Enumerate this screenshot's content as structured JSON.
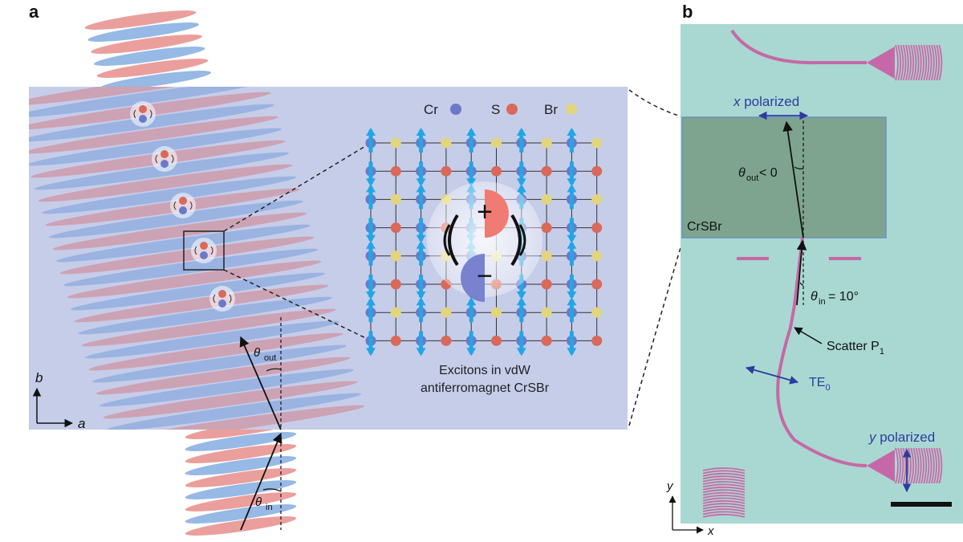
{
  "panel_a": {
    "letter": "a",
    "legend": {
      "cr": "Cr",
      "s": "S",
      "br": "Br"
    },
    "colors": {
      "cr": "#6b79c6",
      "s": "#d9695a",
      "br": "#e3d57d",
      "spin": "#22a6e6",
      "slab": "#c6cde9",
      "wave_red": "#d9504a",
      "wave_blue": "#3f7fd0"
    },
    "caption_line1": "Excitons in vdW",
    "caption_line2": "antiferromagnet CrSBr",
    "charge_plus": "+",
    "charge_minus": "−",
    "theta": "θ",
    "sub_out": "out",
    "sub_in": "in",
    "axis_b": "b",
    "axis_a": "a"
  },
  "panel_b": {
    "letter": "b",
    "x_polarized_italic": "x",
    "x_polarized_rest": " polarized",
    "y_polarized_italic": "y",
    "y_polarized_rest": " polarized",
    "theta_out_rest": " < 0",
    "theta_in_rest": " = 10°",
    "crsbr": "CrSBr",
    "scatter": "Scatter P",
    "scatter_sub": "1",
    "te": "TE",
    "te_sub": "0",
    "axis_y": "y",
    "axis_x": "x",
    "colors": {
      "substrate": "#a9d8d2",
      "flake": "#7ea48f",
      "waveguide": "#c668a7",
      "arrow_blue": "#2e3b9e",
      "grating": "#c96aa8"
    }
  }
}
